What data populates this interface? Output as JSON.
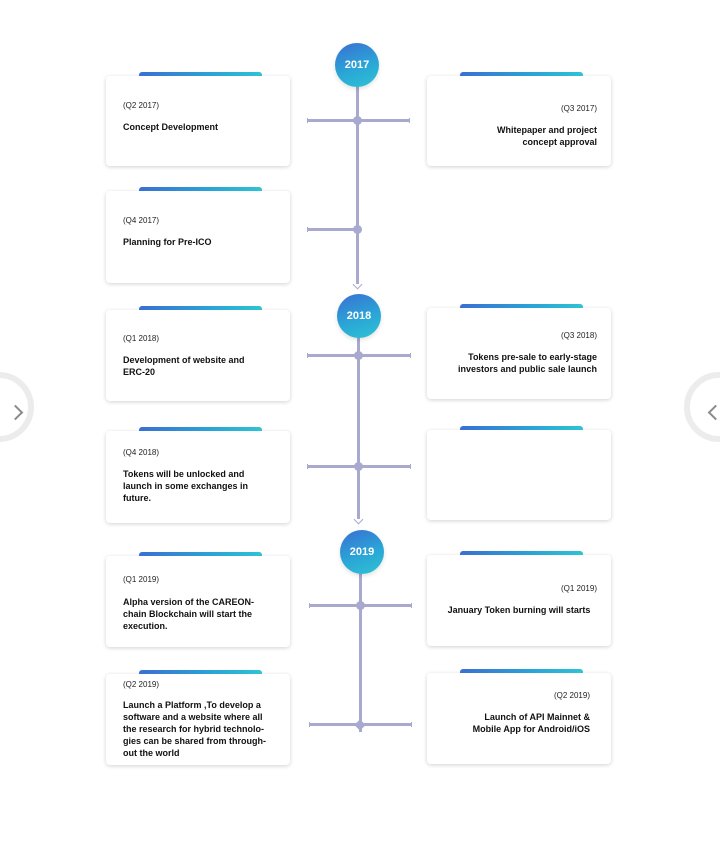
{
  "years": [
    "2017",
    "2018",
    "2019"
  ],
  "milestones": [
    {
      "date": "(Q2 2017)",
      "title": "Concept Development"
    },
    {
      "date": "(Q3 2017)",
      "title": "Whitepaper and project concept approval"
    },
    {
      "date": "(Q4 2017)",
      "title": "Planning for Pre-ICO"
    },
    {
      "date": "(Q1 2018)",
      "title": "Development of website and ERC-20"
    },
    {
      "date": "(Q3 2018)",
      "title": "Tokens pre-sale to early-stage investors and public sale launch"
    },
    {
      "date": "(Q4 2018)",
      "title": "Tokens will be unlocked and launch in some exchanges in future."
    },
    {
      "date": "(Q1 2019)",
      "title": "Alpha version of the CAREON-chain Blockchain will start the execution."
    },
    {
      "date": "(Q1 2019)",
      "title": "January Token burning will starts"
    },
    {
      "date": "(Q2 2019)",
      "title": "Launch a Platform ,To develop a software and a website where all the research for hybrid technolo-gies can be shared from through-out the world"
    },
    {
      "date": "(Q2 2019)",
      "title": "Launch of API Mainnet & Mobile App for Android/iOS"
    }
  ],
  "icons": {
    "prev": "chevron-right-icon",
    "next": "chevron-left-icon"
  },
  "colors": {
    "accent_start": "#3a6fd2",
    "accent_end": "#2ec3d3",
    "timeline": "#a9a8cf"
  }
}
